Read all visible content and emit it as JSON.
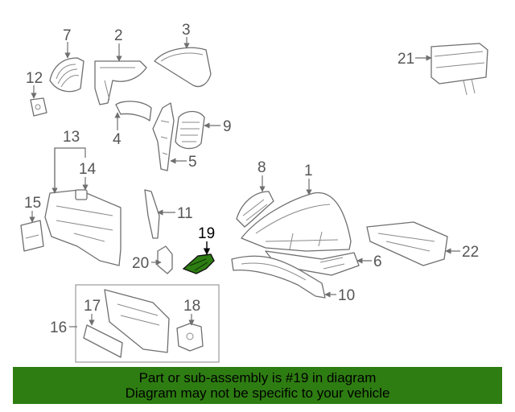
{
  "diagram": {
    "highlight_color": "#2e7d12",
    "highlighted_callout": "19",
    "callouts": [
      "1",
      "2",
      "3",
      "4",
      "5",
      "6",
      "7",
      "8",
      "9",
      "10",
      "11",
      "12",
      "13",
      "14",
      "15",
      "16",
      "17",
      "18",
      "19",
      "20",
      "21",
      "22"
    ]
  },
  "banner": {
    "background": "#2e7d12",
    "line1": "Part or sub-assembly is #19 in diagram",
    "line2": "Diagram may not be specific to your vehicle"
  }
}
